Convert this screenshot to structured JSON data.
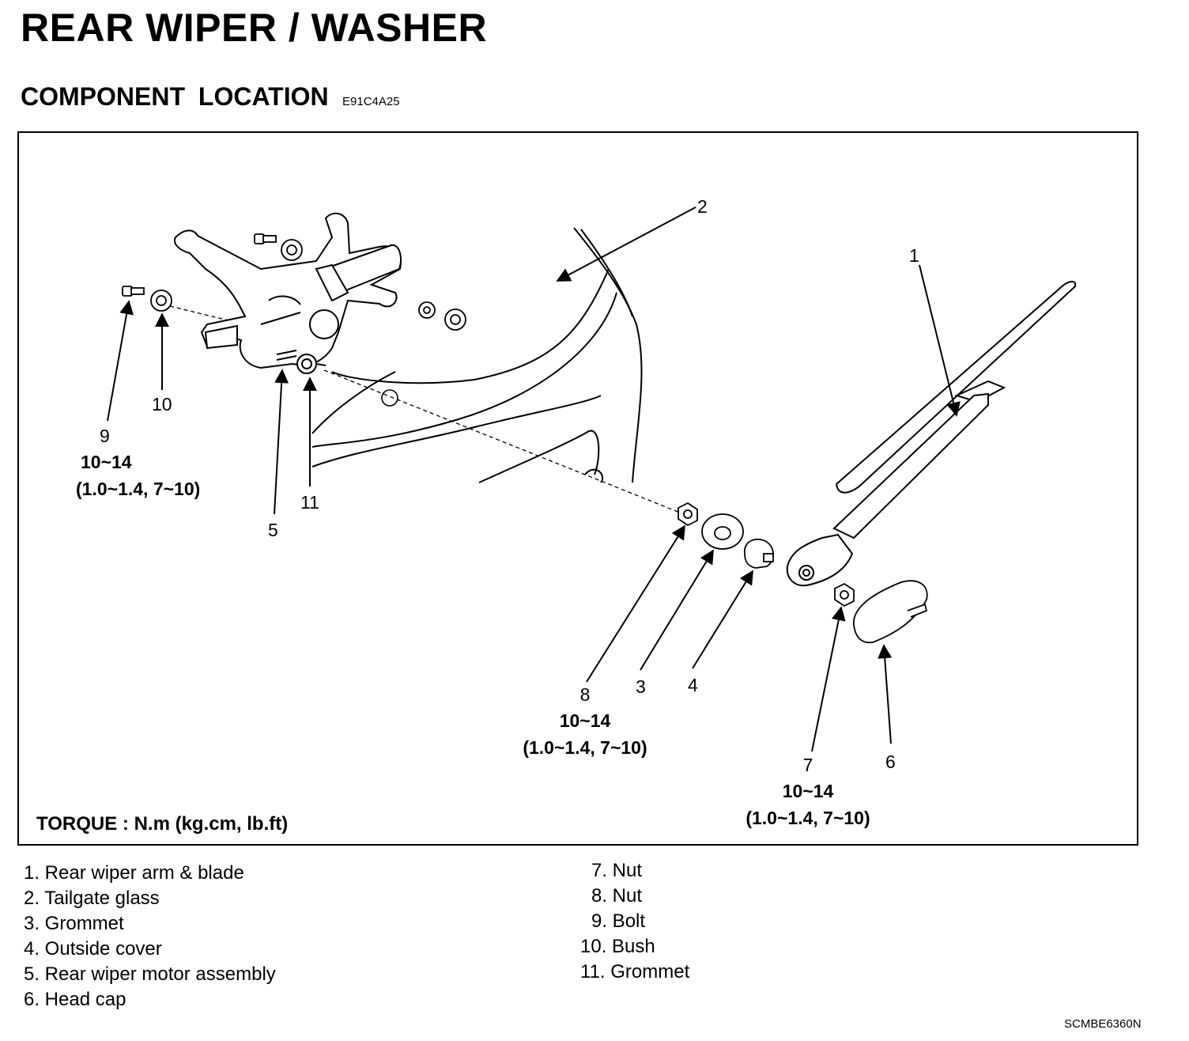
{
  "header": {
    "title": "REAR WIPER / WASHER",
    "subtitle": "COMPONENT LOCATION",
    "section_code": "E91C4A25"
  },
  "callouts": [
    {
      "id": "c1",
      "num": "1",
      "torque": "",
      "unit": ""
    },
    {
      "id": "c2",
      "num": "2",
      "torque": "",
      "unit": ""
    },
    {
      "id": "c3",
      "num": "3",
      "torque": "",
      "unit": ""
    },
    {
      "id": "c4",
      "num": "4",
      "torque": "",
      "unit": ""
    },
    {
      "id": "c5",
      "num": "5",
      "torque": "",
      "unit": ""
    },
    {
      "id": "c6",
      "num": "6",
      "torque": "",
      "unit": ""
    },
    {
      "id": "c7",
      "num": "7",
      "torque": "10~14",
      "unit": "(1.0~1.4, 7~10)"
    },
    {
      "id": "c8",
      "num": "8",
      "torque": "10~14",
      "unit": "(1.0~1.4, 7~10)"
    },
    {
      "id": "c9",
      "num": "9",
      "torque": "10~14",
      "unit": "(1.0~1.4, 7~10)"
    },
    {
      "id": "c10",
      "num": "10",
      "torque": "",
      "unit": ""
    },
    {
      "id": "c11",
      "num": "11",
      "torque": "",
      "unit": ""
    }
  ],
  "torque_note": "TORQUE : N.m (kg.cm, lb.ft)",
  "legend_left": [
    "1. Rear wiper arm & blade",
    "2. Tailgate glass",
    "3. Grommet",
    "4. Outside cover",
    "5. Rear wiper motor assembly",
    "6. Head cap"
  ],
  "legend_right": [
    "7. Nut",
    "8. Nut",
    "9. Bolt",
    "10. Bush",
    "11. Grommet"
  ],
  "footer_code": "SCMBE6360N"
}
